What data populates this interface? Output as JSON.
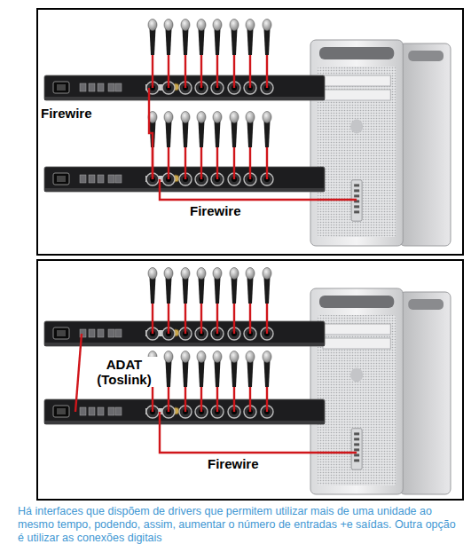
{
  "diagram": {
    "caption": "Há interfaces que dispõem de drivers que permitem utilizar mais de uma unidade ao mesmo tempo, podendo, assim, aumentar o número de entradas +e saídas. Outra opção é utilizar as conexões digitais",
    "labels": [
      "Firewire",
      "Firewire",
      "ADAT (Toslink)",
      "Firewire"
    ]
  }
}
